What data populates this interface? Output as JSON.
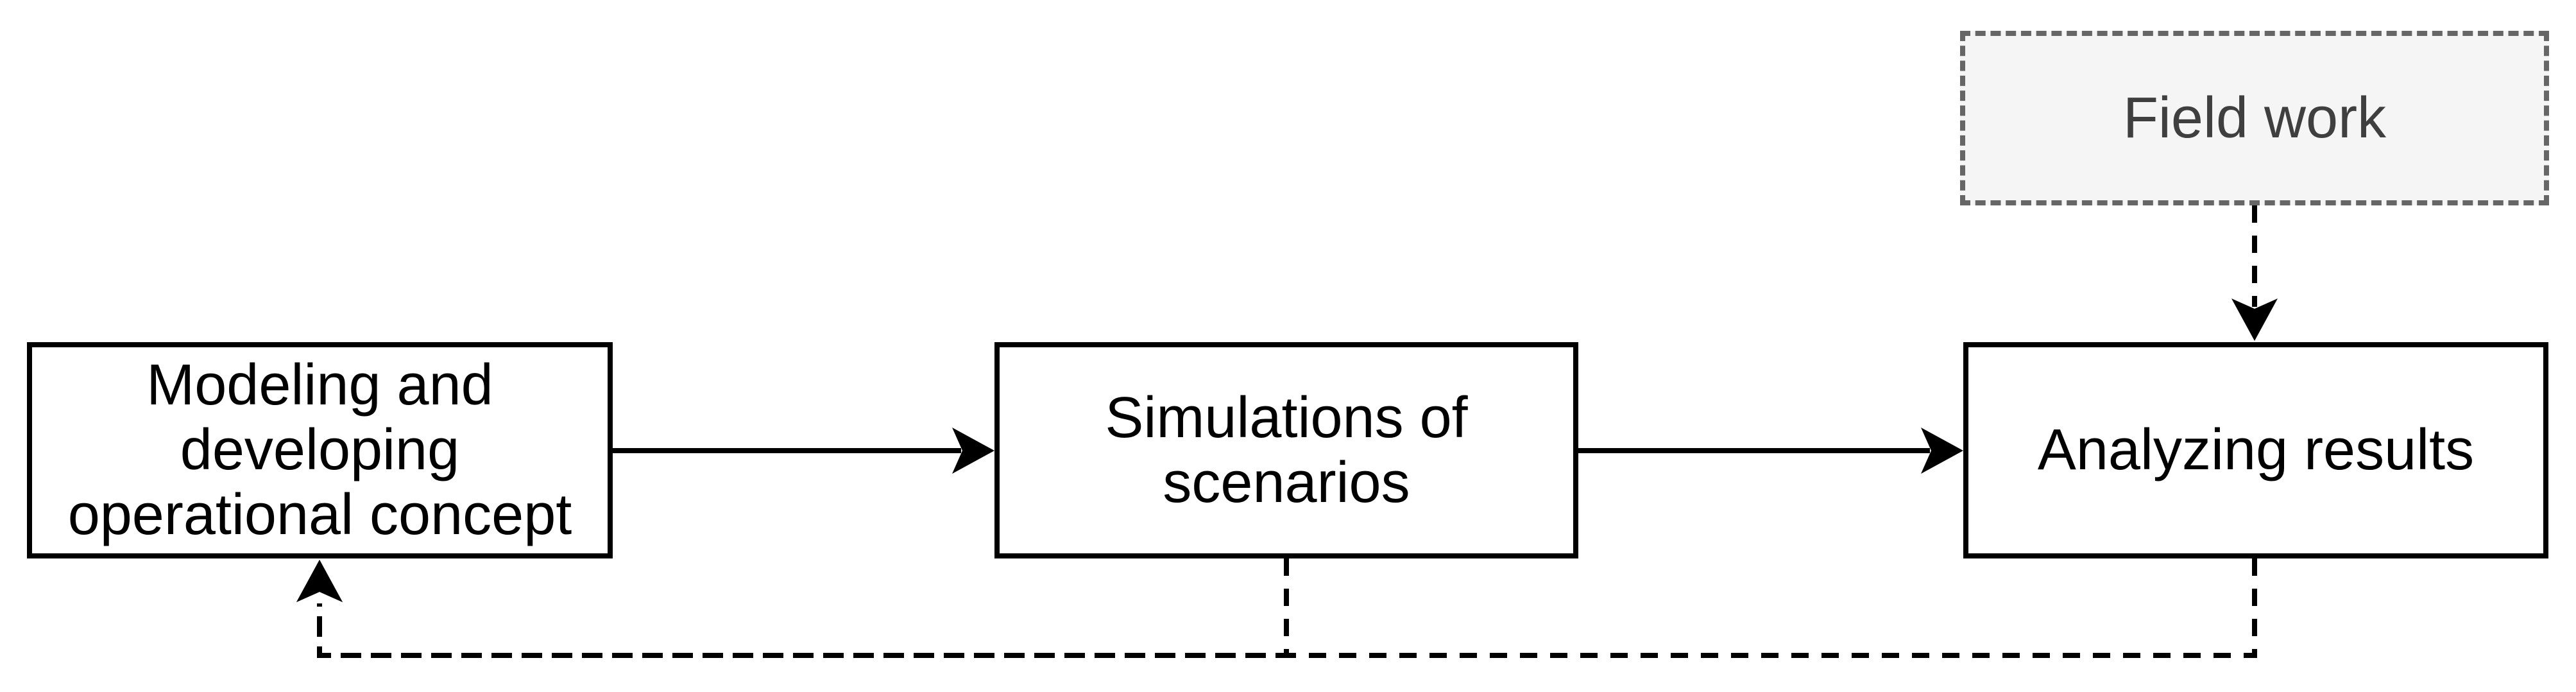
{
  "diagram": {
    "type": "flowchart",
    "background": "#ffffff",
    "nodes": [
      {
        "id": "modeling",
        "label": "Modeling and\ndeveloping\noperational concept",
        "shape": "rectangle",
        "fill": "#ffffff",
        "border_color": "#000000",
        "border_style": "solid",
        "text_color": "#000000"
      },
      {
        "id": "simulations",
        "label": "Simulations of\nscenarios",
        "shape": "rectangle",
        "fill": "#ffffff",
        "border_color": "#000000",
        "border_style": "solid",
        "text_color": "#000000"
      },
      {
        "id": "analyzing",
        "label": "Analyzing results",
        "shape": "rectangle",
        "fill": "#ffffff",
        "border_color": "#000000",
        "border_style": "solid",
        "text_color": "#000000"
      },
      {
        "id": "fieldwork",
        "label": "Field work",
        "shape": "rectangle",
        "fill": "#f5f5f5",
        "border_color": "#666666",
        "border_style": "dashed",
        "text_color": "#3f3f3f"
      }
    ],
    "edges": [
      {
        "from": "modeling",
        "to": "simulations",
        "style": "solid",
        "arrow": "end"
      },
      {
        "from": "simulations",
        "to": "analyzing",
        "style": "solid",
        "arrow": "end"
      },
      {
        "from": "fieldwork",
        "to": "analyzing",
        "style": "dashed",
        "arrow": "end"
      },
      {
        "from": "analyzing",
        "to": "modeling",
        "style": "dashed",
        "arrow": "end",
        "route": "bottom"
      },
      {
        "from": "simulations",
        "to": "modeling",
        "style": "dashed",
        "arrow": "end",
        "route": "bottom"
      }
    ],
    "colors": {
      "background": "#ffffff",
      "node_fill": "#ffffff",
      "node_border": "#000000",
      "node_text": "#000000",
      "edge": "#000000",
      "fieldwork_fill": "#f5f5f5",
      "fieldwork_border": "#666666",
      "fieldwork_text": "#3f3f3f"
    }
  }
}
